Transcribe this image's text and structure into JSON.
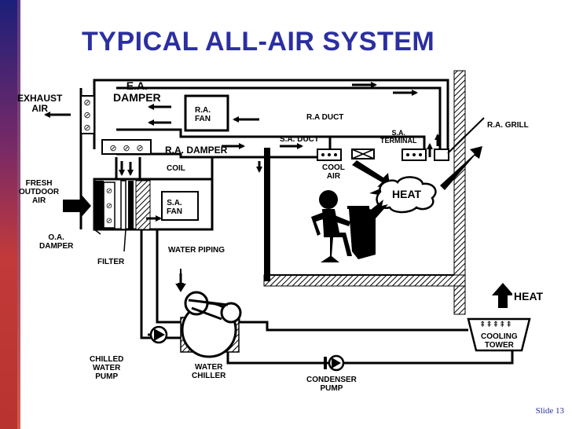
{
  "title": "TYPICAL ALL-AIR SYSTEM",
  "labels": {
    "exhaust_air_1": "EXHAUST",
    "exhaust_air_2": "AIR",
    "ea_damper_1": "E.A.",
    "ea_damper_2": "DAMPER",
    "ra_fan_1": "R.A.",
    "ra_fan_2": "FAN",
    "ra_duct": "R.A DUCT",
    "ra_grill": "R.A. GRILL",
    "sa_duct": "S.A. DUCT",
    "sa_terminal_1": "S.A.",
    "sa_terminal_2": "TERMINAL",
    "ra_damper": "R.A. DAMPER",
    "coil": "COIL",
    "cool_air_1": "COOL",
    "cool_air_2": "AIR",
    "heat_room": "HEAT",
    "fresh_1": "FRESH",
    "fresh_2": "OUTDOOR",
    "fresh_3": "AIR",
    "sa_fan_1": "S.A.",
    "sa_fan_2": "FAN",
    "oa_damper_1": "O.A.",
    "oa_damper_2": "DAMPER",
    "water_piping": "WATER PIPING",
    "filter": "FILTER",
    "heat_tower": "HEAT",
    "cooling_tower_1": "COOLING",
    "cooling_tower_2": "TOWER",
    "chilled_pump_1": "CHILLED",
    "chilled_pump_2": "WATER",
    "chilled_pump_3": "PUMP",
    "water_chiller_1": "WATER",
    "water_chiller_2": "CHILLER",
    "condenser_pump_1": "CONDENSER",
    "condenser_pump_2": "PUMP"
  },
  "slide_number": "Slide 13",
  "colors": {
    "title": "#2b2fa0",
    "sidebar_top": "#1c1f7a",
    "sidebar_bottom": "#c23a3a",
    "hatch": "#000000"
  }
}
